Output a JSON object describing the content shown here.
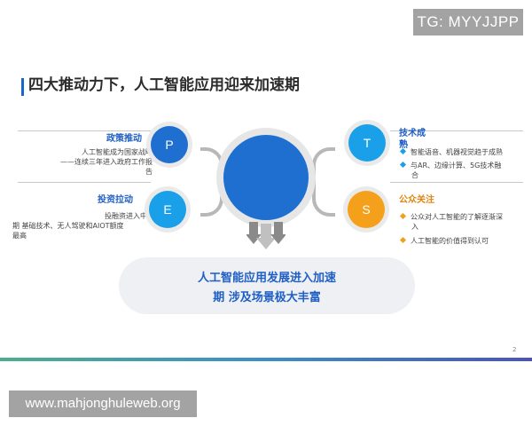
{
  "badge": "TG: MYYJJPP",
  "title": "四大推动力下，人工智能应用迎来加速期",
  "center_circle_color": "#1f6fd0",
  "policy": {
    "letter": "P",
    "color": "#1f6fd0",
    "heading": "政策推动",
    "lines": [
      "人工智能成为国家战略",
      "——连续三年进入政府工作报",
      "告"
    ]
  },
  "investment": {
    "letter": "E",
    "color": "#1aa0e8",
    "heading": "投资拉动",
    "lines": [
      "投融资进入中后",
      "期 基础技术、无人驾驶和AIOT额度",
      "最高"
    ]
  },
  "tech": {
    "letter": "T",
    "color": "#1aa0e8",
    "heading_lines": [
      "技术成",
      "熟"
    ],
    "bullets": [
      {
        "lines": [
          "智能语音、机器视觉趋于成熟"
        ]
      },
      {
        "lines": [
          "与AR、边缘计算、5G技术融",
          "合"
        ]
      }
    ],
    "bullet_color": "#1aa0e8"
  },
  "public": {
    "letter": "S",
    "color": "#f5a01a",
    "heading": "公众关注",
    "bullets": [
      {
        "lines": [
          "公众对人工智能的了解逐渐深",
          "入"
        ]
      },
      {
        "lines": [
          "人工智能的价值得到认可"
        ]
      }
    ],
    "bullet_color": "#f0a020"
  },
  "result": {
    "line1": "人工智能应用发展进入加速",
    "line2": "期 涉及场景极大丰富"
  },
  "page_number": "2",
  "watermark": "www.mahjonghuleweb.org"
}
